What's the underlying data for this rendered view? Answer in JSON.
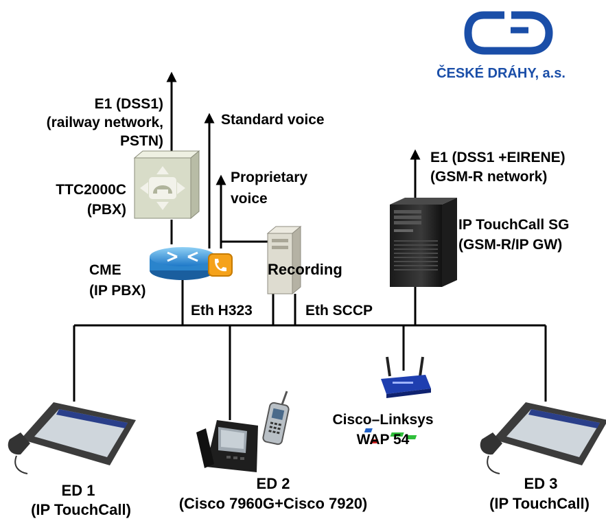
{
  "logo": {
    "company": "ČESKÉ DRÁHY, a.s.",
    "mark": "ČD",
    "color": "#1a4ea8"
  },
  "links": {
    "e1_pbx": [
      "E1 (DSS1)",
      "(railway network,",
      "PSTN)"
    ],
    "standard_voice": "Standard voice",
    "proprietary_voice": [
      "Proprietary",
      "voice"
    ],
    "e1_gsmr": [
      "E1 (DSS1 +EIRENE)",
      "(GSM-R network)"
    ],
    "eth_h323": "Eth H323",
    "eth_sccp": "Eth SCCP"
  },
  "devices": {
    "pbx": [
      "TTC2000C",
      "(PBX)"
    ],
    "cme": [
      "CME",
      "(IP PBX)"
    ],
    "recording": "Recording",
    "gateway": [
      "IP TouchCall SG",
      "(GSM-R/IP GW)"
    ],
    "wap": [
      "Cisco–Linksys",
      "WAP 54"
    ],
    "ed1": [
      "ED 1",
      "(IP TouchCall)"
    ],
    "ed2": [
      "ED 2",
      "(Cisco 7960G+Cisco 7920)"
    ],
    "ed3": [
      "ED 3",
      "(IP TouchCall)"
    ]
  },
  "colors": {
    "router": "#3aa0e0",
    "pbx_box": "#d8dcc8",
    "server": "#2b2b2b",
    "recording_box": "#dedcd0",
    "wap": "#1f3fb0"
  }
}
